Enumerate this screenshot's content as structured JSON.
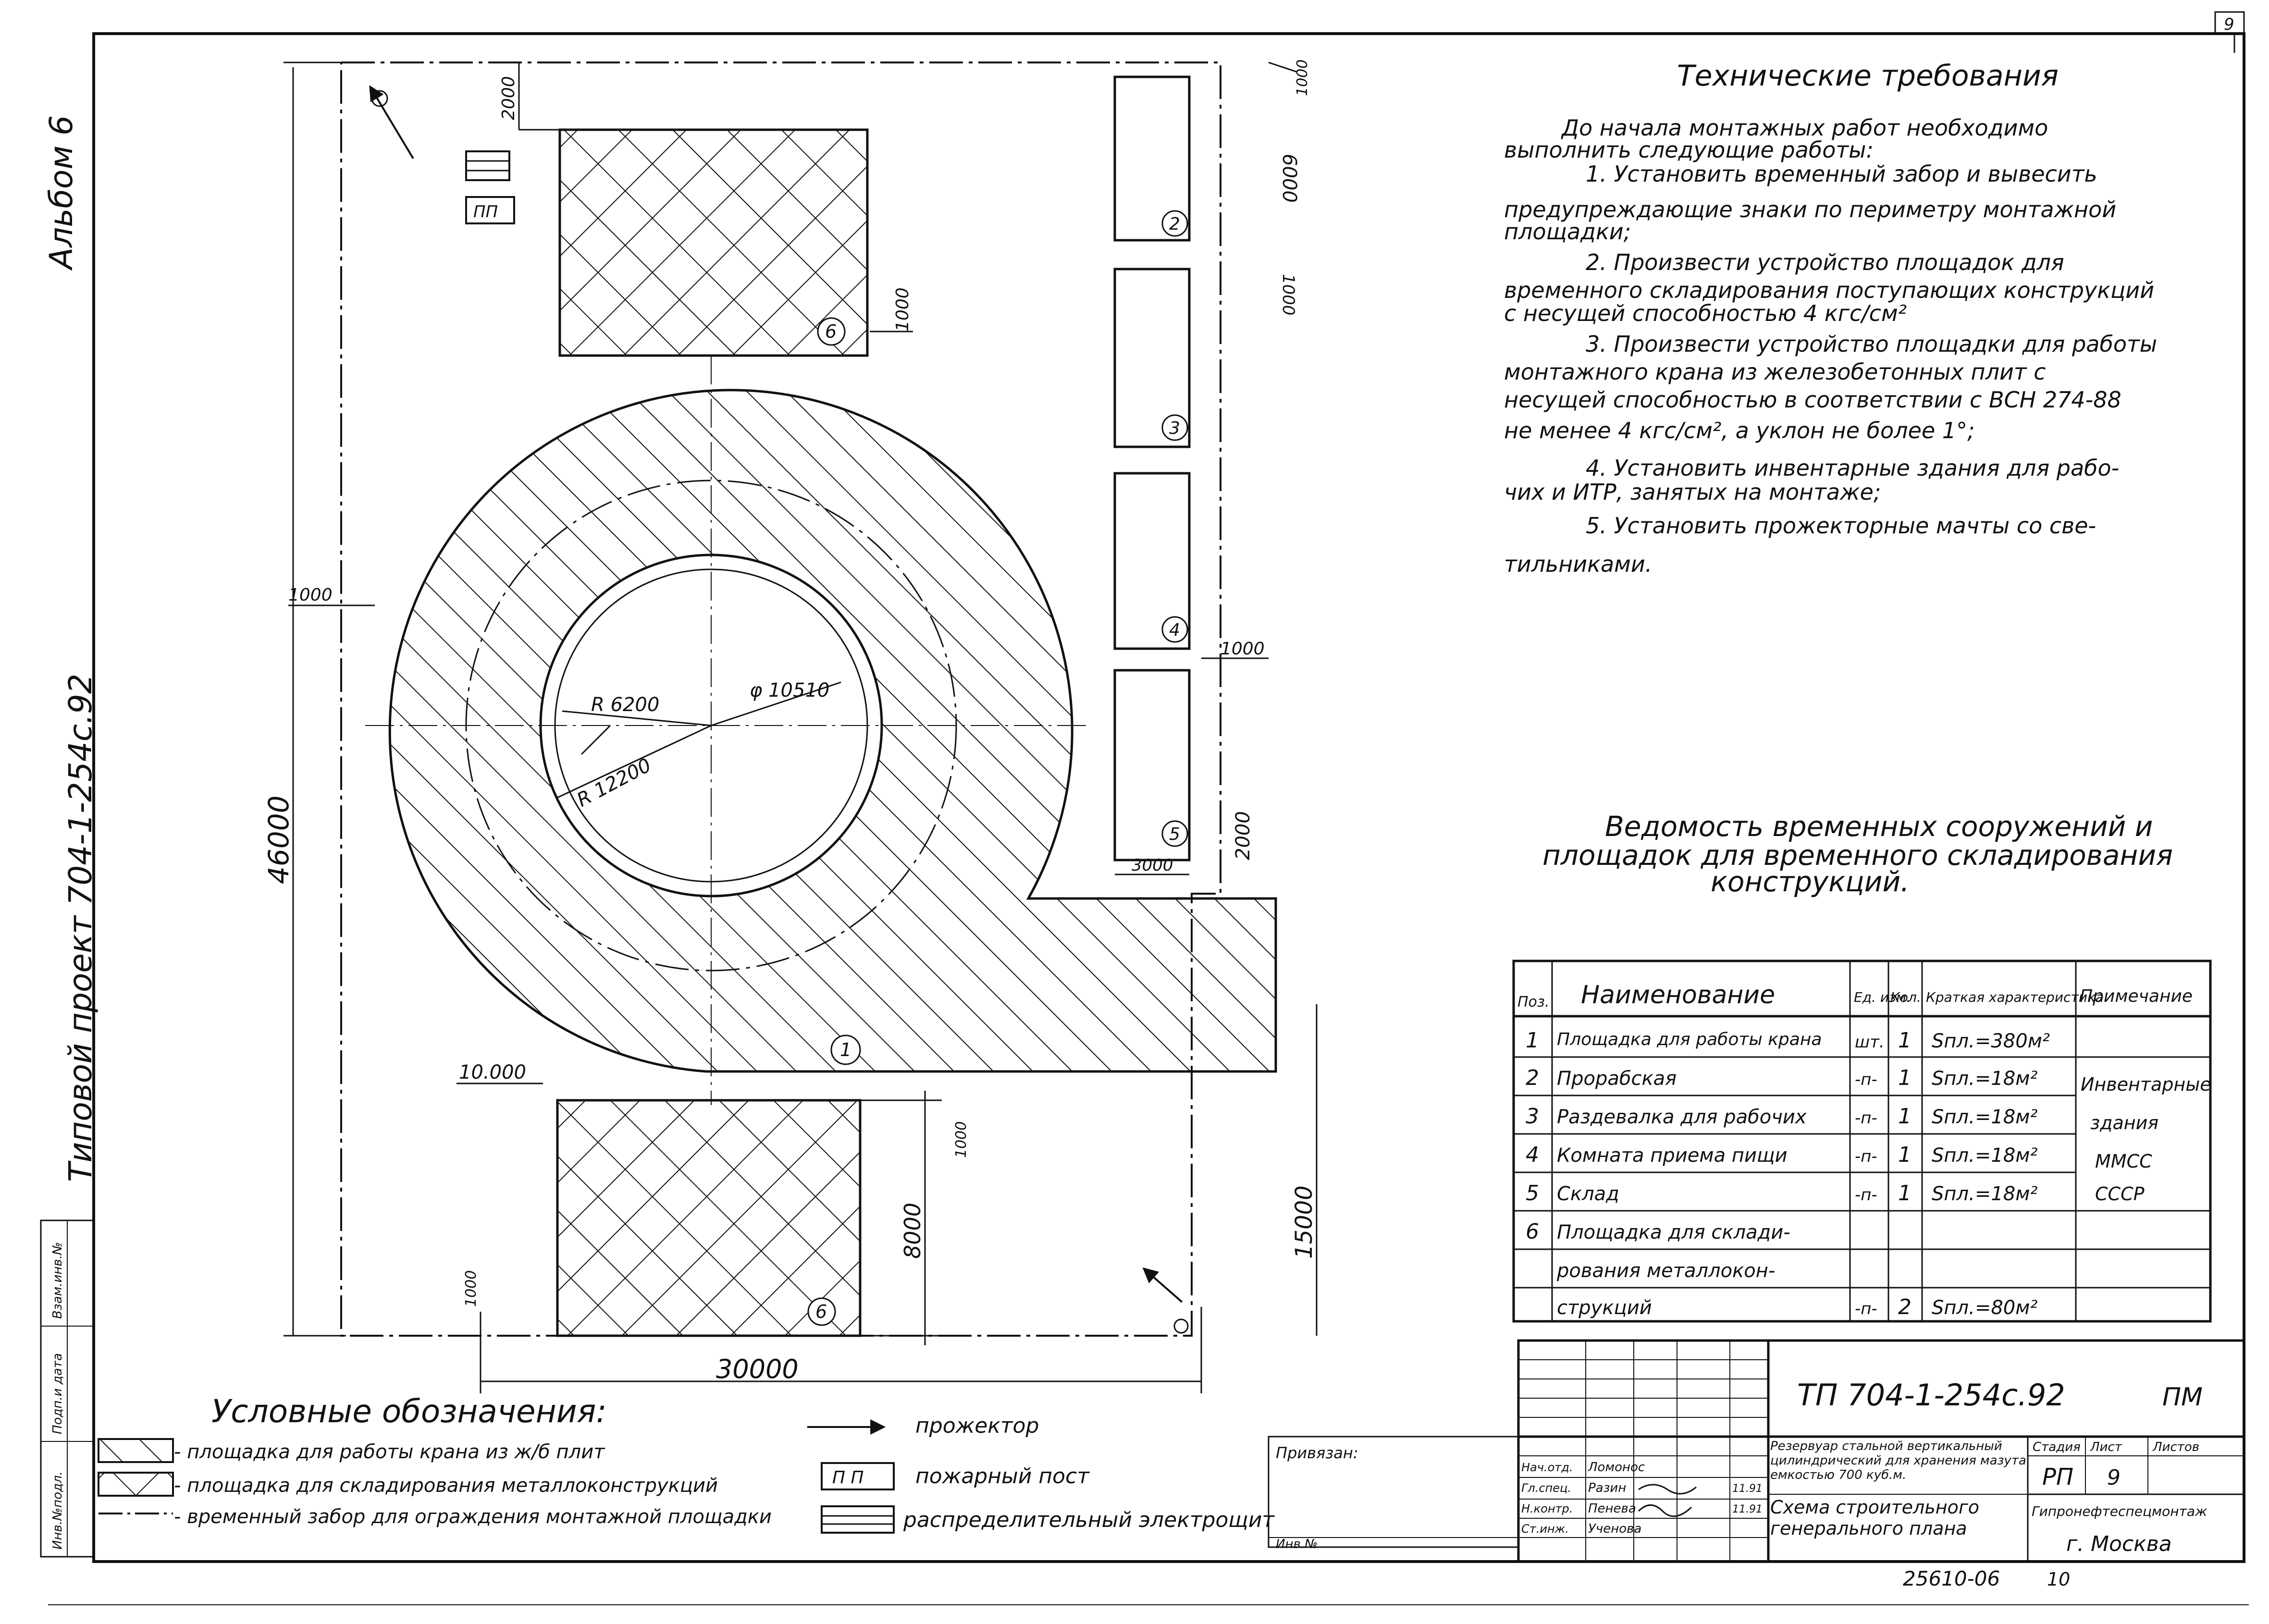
{
  "sheet_number": "9",
  "album_label": "Альбом 6",
  "project_label": "Типовой проект 704-1-254с.92",
  "margin_labels": [
    "Инв.№подл.",
    "Подп.и дата",
    "Взам.инв.№"
  ],
  "plan": {
    "dims": {
      "total_height": "46000",
      "total_width": "30000",
      "top_margin": "2000",
      "top_right": "1000",
      "pad_gap": "1000",
      "left_offset": "1000",
      "bldg2_height": "6000",
      "gap_23": "1000",
      "gap_45": "1000",
      "bldg5_width": "3000",
      "bldg5_gap": "2000",
      "lower_gap": "1000",
      "lower_pad_height": "8000",
      "lower_left": "1000",
      "right_lower": "15000",
      "elevation": "10.000"
    },
    "tank": {
      "r_inner": "R 6200",
      "r_outer": "R 12200",
      "diameter": "φ 10510"
    },
    "markers": [
      "1",
      "2",
      "3",
      "4",
      "5",
      "6",
      "6"
    ],
    "legend_small": [
      "ПП"
    ]
  },
  "requirements": {
    "title": "Технические требования",
    "lines": [
      "До начала монтажных работ необходимо",
      "выполнить следующие работы:",
      "1. Установить временный забор и вывесить",
      "предупреждающие знаки по периметру монтажной",
      "площадки;",
      "2. Произвести устройство площадок для",
      "временного складирования поступающих конструкций",
      "с несущей способностью 4 кгс/см²",
      "3. Произвести устройство площадки для работы",
      "монтажного крана из железобетонных плит с",
      "несущей способностью в соответствии с ВСН 274-88",
      "не менее 4 кгс/см², а уклон не более 1°;",
      "4. Установить инвентарные здания для рабо-",
      "чих и ИТР, занятых на монтаже;",
      "5. Установить прожекторные мачты со све-",
      "тильниками."
    ]
  },
  "schedule": {
    "title_lines": [
      "Ведомость временных сооружений и",
      "площадок для временного складирования",
      "конструкций."
    ],
    "headers": [
      "Поз.",
      "Наименование",
      "Ед. изм.",
      "Кол.",
      "Краткая характеристика",
      "Примечание"
    ],
    "rows": [
      [
        "1",
        "Площадка для работы крана",
        "шт.",
        "1",
        "Sпл.=380м²",
        ""
      ],
      [
        "2",
        "Прорабская",
        "-п-",
        "1",
        "Sпл.=18м²",
        "Инвентарные"
      ],
      [
        "3",
        "Раздевалка для рабочих",
        "-п-",
        "1",
        "Sпл.=18м²",
        "здания"
      ],
      [
        "4",
        "Комната приема пищи",
        "-п-",
        "1",
        "Sпл.=18м²",
        "ММСС"
      ],
      [
        "5",
        "Склад",
        "-п-",
        "1",
        "Sпл.=18м²",
        "СССР"
      ],
      [
        "6",
        "Площадка для склади-",
        "",
        "",
        "",
        ""
      ],
      [
        "",
        "рования металлокон-",
        "",
        "",
        "",
        ""
      ],
      [
        "",
        "струкций",
        "-п-",
        "2",
        "Sпл.=80м²",
        ""
      ]
    ]
  },
  "legend": {
    "title": "Условные обозначения:",
    "items": [
      "- площадка для работы крана из ж/б плит",
      "- площадка для складирования металлоконструкций",
      "- временный забор для ограждения монтажной площадки"
    ],
    "right_items": [
      "прожектор",
      "пожарный пост",
      "распределительный электрощит"
    ],
    "pp_symbol": "П П"
  },
  "title_block": {
    "code": "ТП 704-1-254с.92",
    "mark": "ПМ",
    "applied": "Привязан:",
    "inv": "Инв.№",
    "description": "Резервуар стальной вертикальный цилиндрический для хранения мазута емкостью 700 куб.м.",
    "drawing": "Схема строительного генерального плана",
    "stage_label": "Стадия",
    "stage": "РП",
    "sheet_label": "Лист",
    "sheet": "9",
    "sheets_label": "Листов",
    "org": "Гипронефтеспецмонтаж",
    "city": "г. Москва",
    "people": [
      [
        "Нач.отд.",
        "Ломонос"
      ],
      [
        "Гл.спец.",
        "Разин"
      ],
      [
        "Н.контр.",
        "Пенева"
      ],
      [
        "Ст.инж.",
        "Ученова"
      ]
    ],
    "dates": [
      "11.91",
      "11.91"
    ],
    "archive": "25610-06",
    "archive_sheet": "10"
  }
}
